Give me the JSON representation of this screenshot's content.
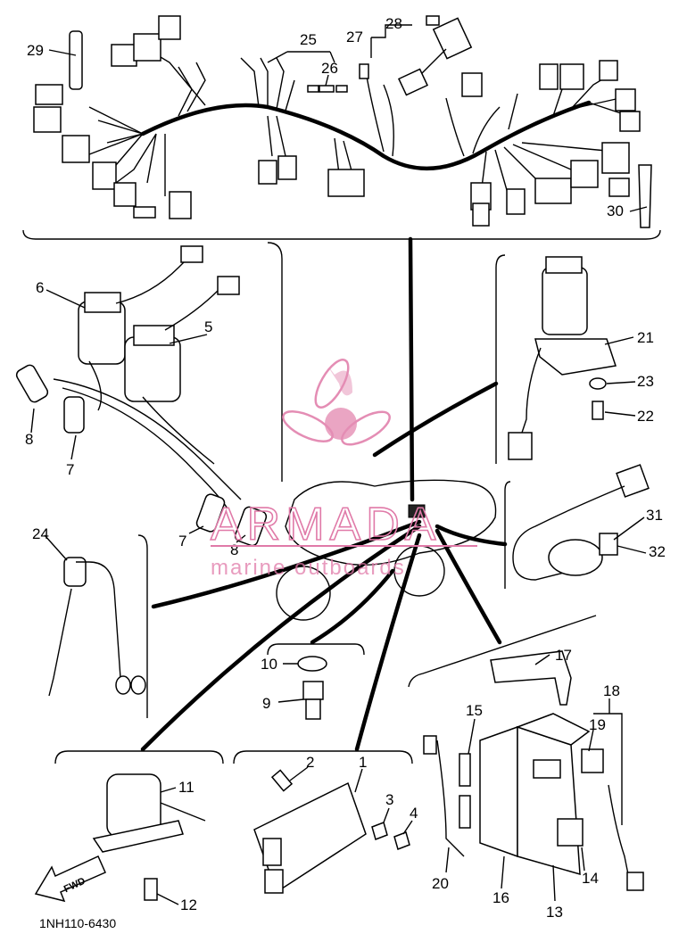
{
  "diagram": {
    "drawing_code": "1NH110-6430",
    "front_arrow": "FWD",
    "watermark": {
      "brand": "ARMADA",
      "tagline": "marine outboards"
    },
    "part_numbers": [
      "1",
      "2",
      "3",
      "4",
      "5",
      "6",
      "7",
      "7",
      "8",
      "8",
      "9",
      "10",
      "11",
      "12",
      "13",
      "14",
      "15",
      "16",
      "17",
      "18",
      "19",
      "20",
      "21",
      "22",
      "23",
      "24",
      "25",
      "26",
      "27",
      "28",
      "29",
      "30",
      "31",
      "32"
    ]
  }
}
